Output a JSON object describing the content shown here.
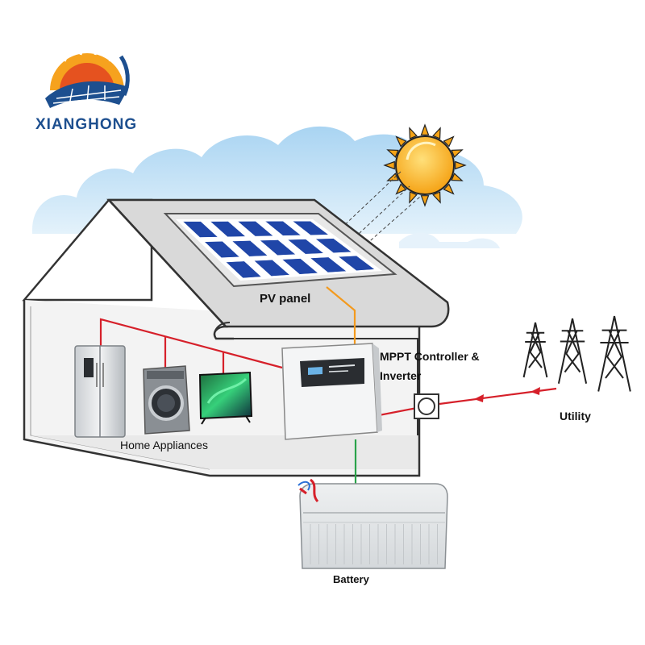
{
  "brand": {
    "name": "XIANGHONG",
    "logo": "sunrise-solar-logo",
    "brand_color": "#1d4f8f",
    "accent_color": "#e8861a"
  },
  "labels": {
    "pv_panel": "PV panel",
    "inverter_line1": "MPPT Controller &",
    "inverter_line2": "Inverter",
    "utility": "Utility",
    "home_appliances": "Home Appliances",
    "battery": "Battery"
  },
  "colors": {
    "ac_wire": "#d6202a",
    "dc_pv_wire": "#f39a1e",
    "battery_wire": "#2aa34a",
    "sky": "#bfe0f5"
  },
  "icons": [
    "sun-icon",
    "solar-panel-icon",
    "inverter-icon",
    "refrigerator-icon",
    "washing-machine-icon",
    "tv-icon",
    "meter-icon",
    "transmission-tower-icon",
    "battery-icon"
  ]
}
